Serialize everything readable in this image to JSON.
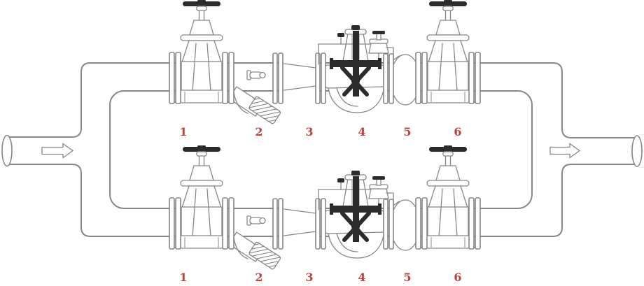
{
  "diagram": {
    "type": "parallel-piping-assembly-illustration",
    "flow_direction": "left-to-right",
    "labels": [
      "1",
      "2",
      "3",
      "4",
      "5",
      "6"
    ],
    "label_rows": 2,
    "components": {
      "1": "gate-valve-inlet",
      "2": "wye-strainer",
      "3": "reducer-flange",
      "4": "pilot-operated-control-valve",
      "5": "flexible-coupling",
      "6": "gate-valve-outlet"
    },
    "colors": {
      "line": "#878787",
      "dark": "#2b2b2b",
      "label": "#c2403a",
      "background": "#ffffff"
    }
  }
}
